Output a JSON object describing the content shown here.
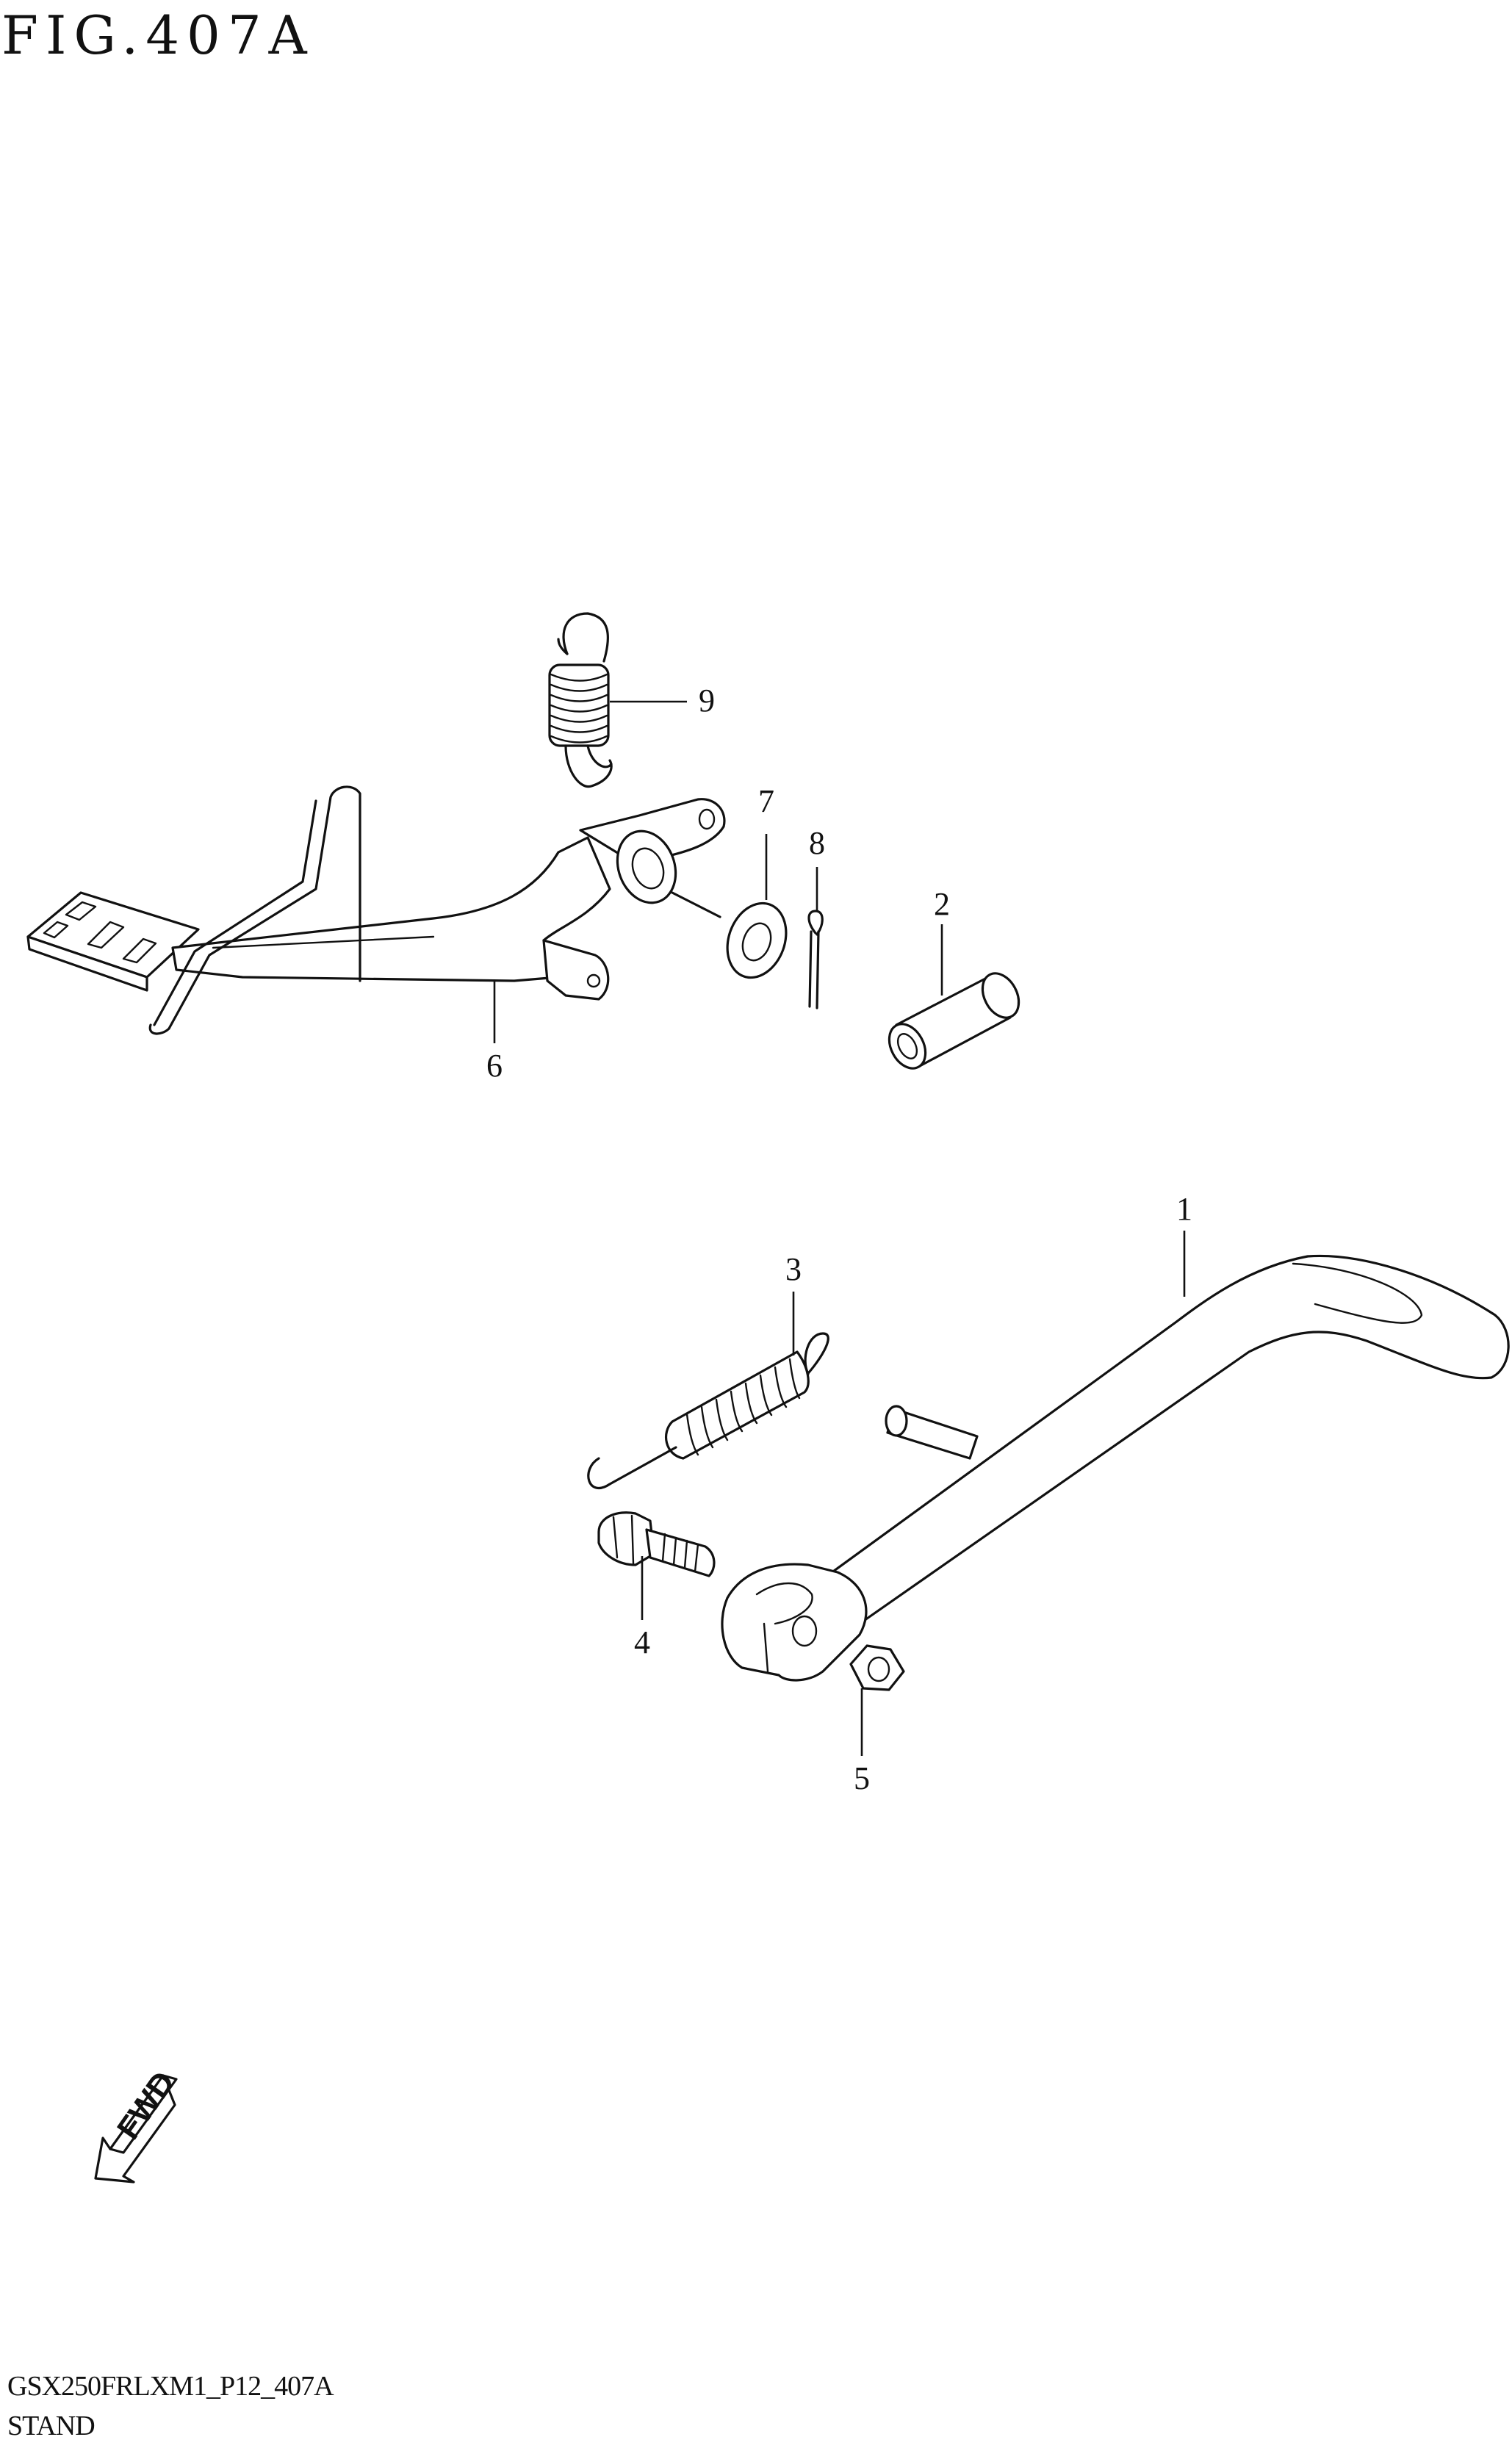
{
  "figure": {
    "title": "FIG.407A",
    "model_code": "GSX250FRLXM1_P12_407A",
    "section_name": "STAND"
  },
  "callouts": [
    {
      "id": "1",
      "label": "1"
    },
    {
      "id": "2",
      "label": "2"
    },
    {
      "id": "3",
      "label": "3"
    },
    {
      "id": "4",
      "label": "4"
    },
    {
      "id": "5",
      "label": "5"
    },
    {
      "id": "6",
      "label": "6"
    },
    {
      "id": "7",
      "label": "7"
    },
    {
      "id": "8",
      "label": "8"
    },
    {
      "id": "9",
      "label": "9"
    }
  ],
  "fwd_arrow": {
    "label": "FWD"
  },
  "colors": {
    "line": "#111111",
    "background": "#ffffff"
  }
}
